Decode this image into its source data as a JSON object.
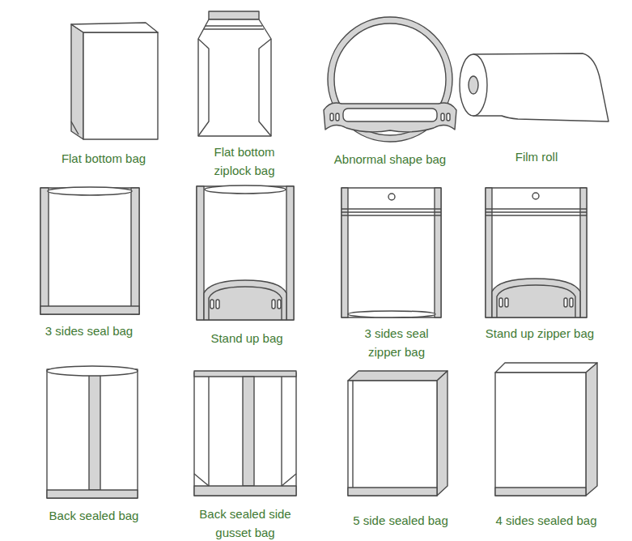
{
  "diagram": {
    "labels": [
      "Flat bottom bag",
      "Flat bottom ziplock bag",
      "Abnormal shape bag",
      "Film roll",
      "3 sides seal bag",
      "Stand up bag",
      "3 sides seal zipper bag",
      "Stand up zipper bag",
      "Back sealed bag",
      "Back sealed side gusset bag",
      "5 side sealed bag",
      "4 sides sealed bag"
    ]
  }
}
